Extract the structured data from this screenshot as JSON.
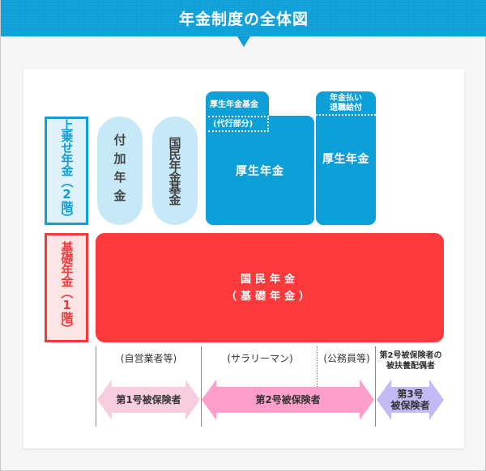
{
  "header": {
    "title": "年金制度の全体図"
  },
  "labels": {
    "upper": "上乗せ年金（2階）",
    "lower": "基礎年金（1階）"
  },
  "upper_tier": {
    "fuka_nenkin": "付加年金",
    "kokumin_nenkin_kikin": "国民年金基金",
    "kosei_nenkin_kikin": "厚生年金基金",
    "daiko_bubun": "(代行部分)",
    "kosei_nenkin_1": "厚生年金",
    "nenkin_barai": {
      "line1": "年金払い",
      "line2": "退職給付"
    },
    "kosei_nenkin_2": "厚生年金"
  },
  "lower_tier": {
    "line1": "国民年金",
    "line2": "（基礎年金）"
  },
  "groups": {
    "self_employed": "(自営業者等)",
    "salaryman": "(サラリーマン)",
    "civil_servant": "(公務員等)",
    "spouse": {
      "line1": "第2号被保険者の",
      "line2": "被扶養配偶者"
    }
  },
  "arrows": {
    "first": "第1号被保険者",
    "second": "第2号被保険者",
    "third": {
      "line1": "第3号",
      "line2": "被保険者"
    }
  },
  "colors": {
    "header_blue": "#0d9fd8",
    "upper_blue": "#0d9fd8",
    "pill_light_blue": "#c7e8f6",
    "base_red": "#fd393b",
    "arrow1_pink": "#f9cde0",
    "arrow2_pink": "#fd9ecb",
    "arrow3_lavender": "#c3b9f5"
  }
}
